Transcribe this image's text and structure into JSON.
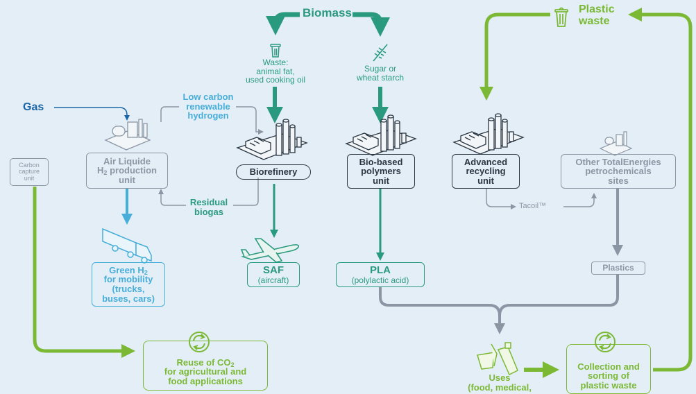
{
  "sources": {
    "biomass": "Biomass",
    "plastic_waste": [
      "Plastic",
      "waste"
    ],
    "gas": "Gas"
  },
  "feeds": {
    "waste": [
      "Waste:",
      "animal fat,",
      "used cooking oil"
    ],
    "sugar": [
      "Sugar or",
      "wheat starch"
    ],
    "low_carbon_h2": [
      "Low carbon",
      "renewable",
      "hydrogen"
    ],
    "residual_biogas": [
      "Residual",
      "biogas"
    ],
    "tacoil": "Tacoil™"
  },
  "units": {
    "carbon_capture": [
      "Carbon",
      "capture",
      "unit"
    ],
    "air_liquide": [
      "Air Liquide",
      "production",
      "unit"
    ],
    "biorefinery": "Biorefinery",
    "bio_polymers": [
      "Bio-based",
      "polymers",
      "unit"
    ],
    "advanced_recycling": [
      "Advanced",
      "recycling",
      "unit"
    ],
    "petrochemicals": [
      "Other TotalEnergies",
      "petrochemicals",
      "sites"
    ]
  },
  "products": {
    "green_h2": [
      "Green H",
      "for mobility",
      "(trucks,",
      "buses, cars)"
    ],
    "saf": [
      "SAF",
      "(aircraft)"
    ],
    "pla": [
      "PLA",
      "(polylactic acid)"
    ],
    "plastics": "Plastics",
    "reuse_co2": [
      "Reuse of CO",
      "for agricultural and",
      "food applications"
    ],
    "uses": [
      "Uses",
      "(food, medical,"
    ],
    "collection": [
      "Collection and",
      "sorting of",
      "plastic waste"
    ]
  },
  "h2_symbol": "H",
  "subscript_2": "2",
  "colors": {
    "background": "#e3eef7",
    "teal": "#2a9a7e",
    "lime": "#7bb934",
    "gray": "#8a96a3",
    "sky": "#47aed9",
    "blue": "#1b66a6",
    "dark": "#2a3642"
  },
  "icons": [
    "trash-can-icon",
    "wheat-icon",
    "gas-plant-icon",
    "refinery-icon",
    "truck-icon",
    "airplane-icon",
    "recycle-icon",
    "food-containers-icon"
  ]
}
